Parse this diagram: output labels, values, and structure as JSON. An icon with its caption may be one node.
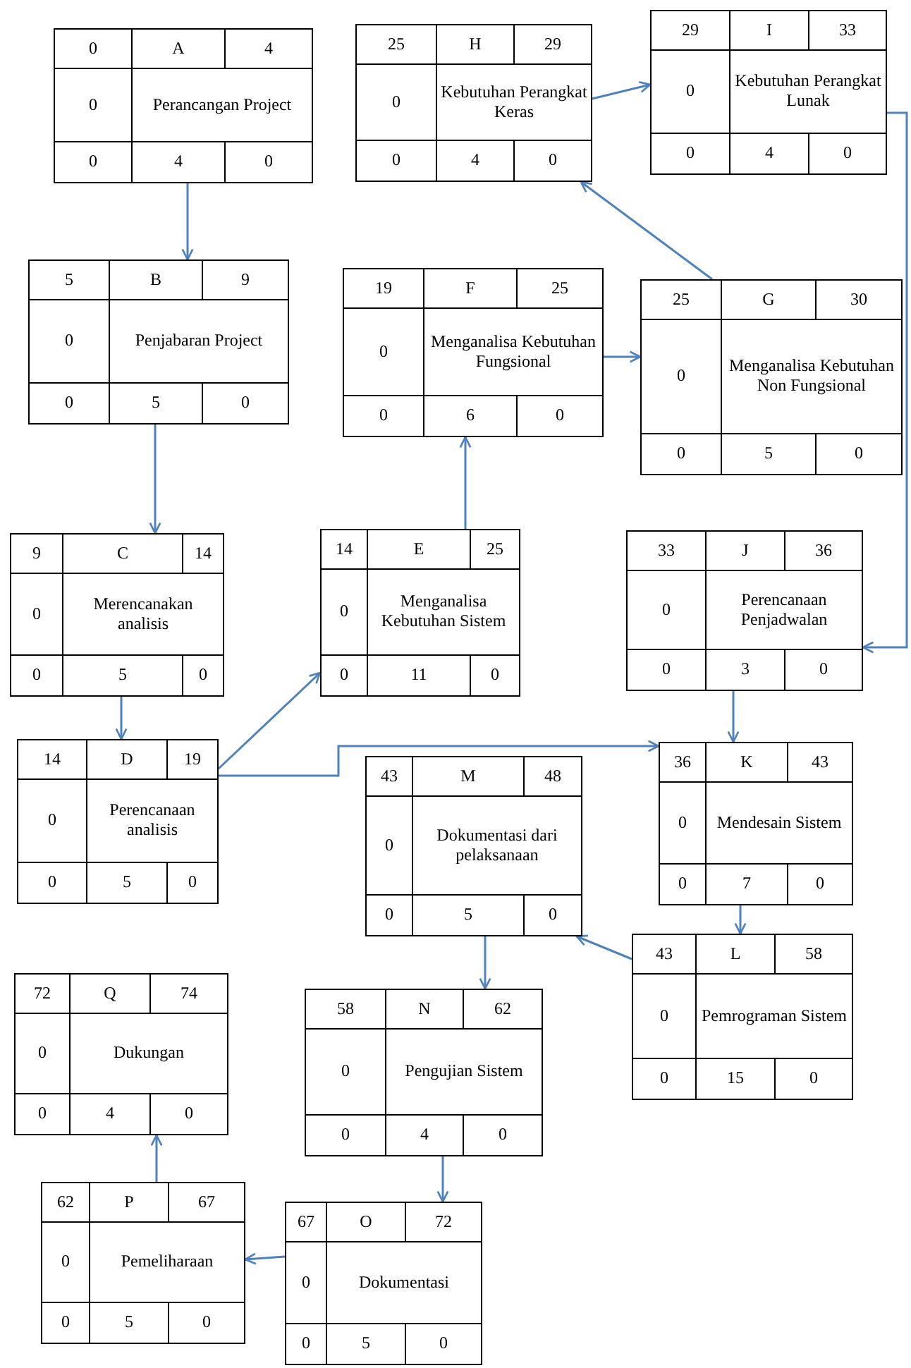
{
  "diagram": {
    "nodes": [
      {
        "text": [
          "0",
          "A",
          "4",
          "0",
          "Perancangan Project",
          "0",
          "4",
          "0"
        ]
      },
      {
        "text": [
          "5",
          "B",
          "9",
          "0",
          "Penjabaran Project",
          "0",
          "5",
          "0"
        ]
      },
      {
        "text": [
          "9",
          "C",
          "14",
          "0",
          "Merencanakan analisis",
          "0",
          "5",
          "0"
        ]
      },
      {
        "text": [
          "14",
          "D",
          "19",
          "0",
          "Perencanaan analisis",
          "0",
          "5",
          "0"
        ]
      },
      {
        "text": [
          "14",
          "E",
          "25",
          "0",
          "Menganalisa Kebutuhan Sistem",
          "0",
          "11",
          "0"
        ]
      },
      {
        "text": [
          "19",
          "F",
          "25",
          "0",
          "Menganalisa Kebutuhan Fungsional",
          "0",
          "6",
          "0"
        ]
      },
      {
        "text": [
          "25",
          "G",
          "30",
          "0",
          "Menganalisa Kebutuhan Non Fungsional",
          "0",
          "5",
          "0"
        ]
      },
      {
        "text": [
          "25",
          "H",
          "29",
          "0",
          "Kebutuhan Perangkat Keras",
          "0",
          "4",
          "0"
        ]
      },
      {
        "text": [
          "29",
          "I",
          "33",
          "0",
          "Kebutuhan Perangkat Lunak",
          "0",
          "4",
          "0"
        ]
      },
      {
        "text": [
          "33",
          "J",
          "36",
          "0",
          "Perencanaan Penjadwalan",
          "0",
          "3",
          "0"
        ]
      },
      {
        "text": [
          "36",
          "K",
          "43",
          "0",
          "Mendesain Sistem",
          "0",
          "7",
          "0"
        ]
      },
      {
        "text": [
          "43",
          "L",
          "58",
          "0",
          "Pemrograman Sistem",
          "0",
          "15",
          "0"
        ]
      },
      {
        "text": [
          "43",
          "M",
          "48",
          "0",
          "Dokumentasi dari pelaksanaan",
          "0",
          "5",
          "0"
        ]
      },
      {
        "text": [
          "58",
          "N",
          "62",
          "0",
          "Pengujian Sistem",
          "0",
          "4",
          "0"
        ]
      },
      {
        "text": [
          "67",
          "O",
          "72",
          "0",
          "Dokumentasi",
          "0",
          "5",
          "0"
        ]
      },
      {
        "text": [
          "62",
          "P",
          "67",
          "0",
          "Pemeliharaan",
          "0",
          "5",
          "0"
        ]
      },
      {
        "text": [
          "72",
          "Q",
          "74",
          "0",
          "Dukungan",
          "0",
          "4",
          "0"
        ]
      }
    ],
    "edges": [
      {
        "from": 0,
        "to": 1,
        "arrow": "to"
      },
      {
        "from": 1,
        "to": 2,
        "arrow": "to"
      },
      {
        "from": 2,
        "to": 3,
        "arrow": "to"
      },
      {
        "from": 3,
        "to": 4,
        "arrow": "to"
      },
      {
        "from": 4,
        "to": 5,
        "arrow": "to"
      },
      {
        "from": 5,
        "to": 6,
        "arrow": "to"
      },
      {
        "from": 6,
        "to": 7,
        "arrow": "to"
      },
      {
        "from": 7,
        "to": 8,
        "arrow": "to"
      },
      {
        "from": 8,
        "to": 9,
        "arrow": "to"
      },
      {
        "from": 9,
        "to": 10,
        "arrow": "to"
      },
      {
        "from": 3,
        "to": 10,
        "arrow": "to"
      },
      {
        "from": 10,
        "to": 11,
        "arrow": "to"
      },
      {
        "from": 11,
        "to": 12,
        "arrow": "to"
      },
      {
        "from": 12,
        "to": 13,
        "arrow": "to"
      },
      {
        "from": 13,
        "to": 14,
        "arrow": "to"
      },
      {
        "from": 14,
        "to": 15,
        "arrow": "to"
      },
      {
        "from": 15,
        "to": 16,
        "arrow": "to"
      }
    ]
  }
}
